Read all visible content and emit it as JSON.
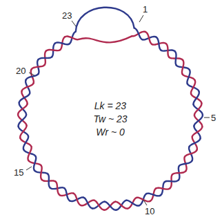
{
  "diagram": {
    "labels": [
      "23",
      "1",
      "20",
      "5",
      "15",
      "10",
      "Lk = 23",
      "Tw ~ 23",
      "Wr ~ 0"
    ]
  }
}
